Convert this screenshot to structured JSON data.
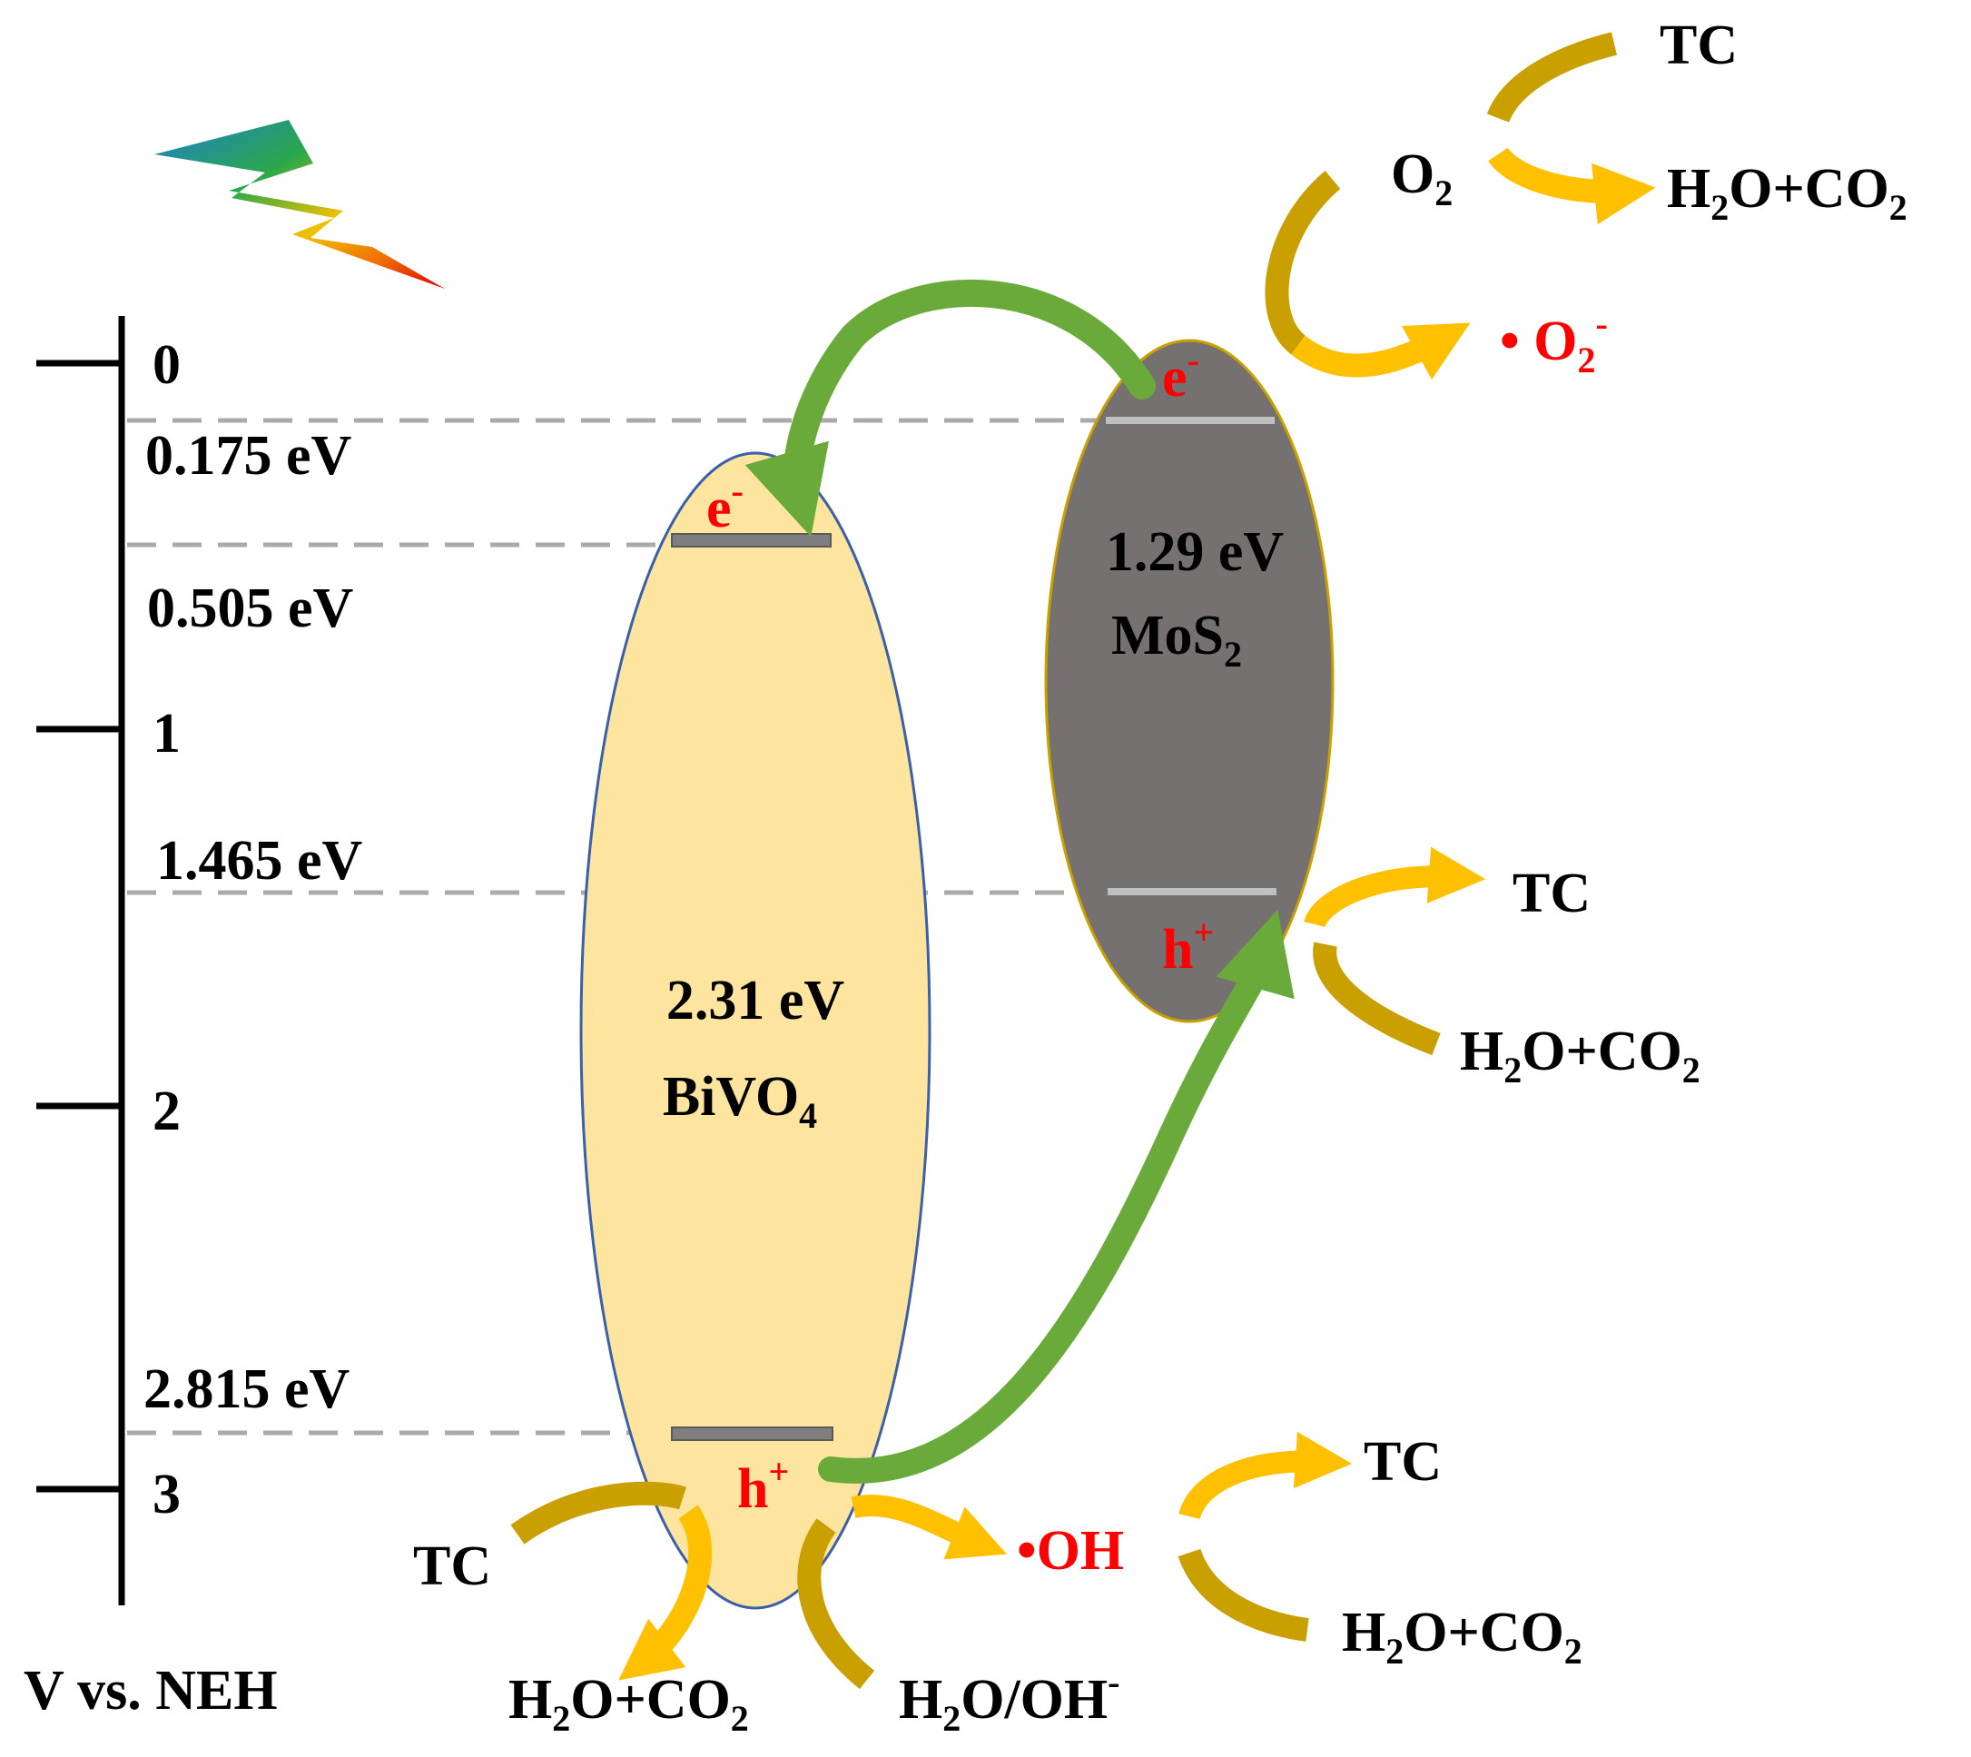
{
  "axis": {
    "title": "V vs. NEH",
    "ticks": [
      "0",
      "1",
      "2",
      "3"
    ]
  },
  "levels": [
    "0.175 eV",
    "0.505 eV",
    "1.465 eV",
    "2.815 eV"
  ],
  "bivo4": {
    "gap": "2.31 eV",
    "name": "BiVO",
    "name_sub": "4",
    "fill": "#fde5a0"
  },
  "mos2": {
    "gap": "1.29 eV",
    "name": "MoS",
    "name_sub": "2",
    "fill": "#767171"
  },
  "carriers": {
    "electron": "e",
    "electron_sup": "-",
    "hole": "h",
    "hole_sup": "+"
  },
  "species": {
    "tc": "TC",
    "h2o_co2": [
      "H",
      "2",
      "O+CO",
      "2"
    ],
    "o2": [
      "O",
      "2"
    ],
    "superoxide": [
      "• O",
      "2",
      "-"
    ],
    "hydroxyl": "•OH",
    "h2o_oh": [
      "H",
      "2",
      "O/OH",
      "-"
    ]
  },
  "colors": {
    "transfer_arrow": "#6aaa3a",
    "product_arrow": "#ffc000",
    "reactant_arrow": "#c9a000",
    "dashed_line": "#aaaaaa"
  }
}
